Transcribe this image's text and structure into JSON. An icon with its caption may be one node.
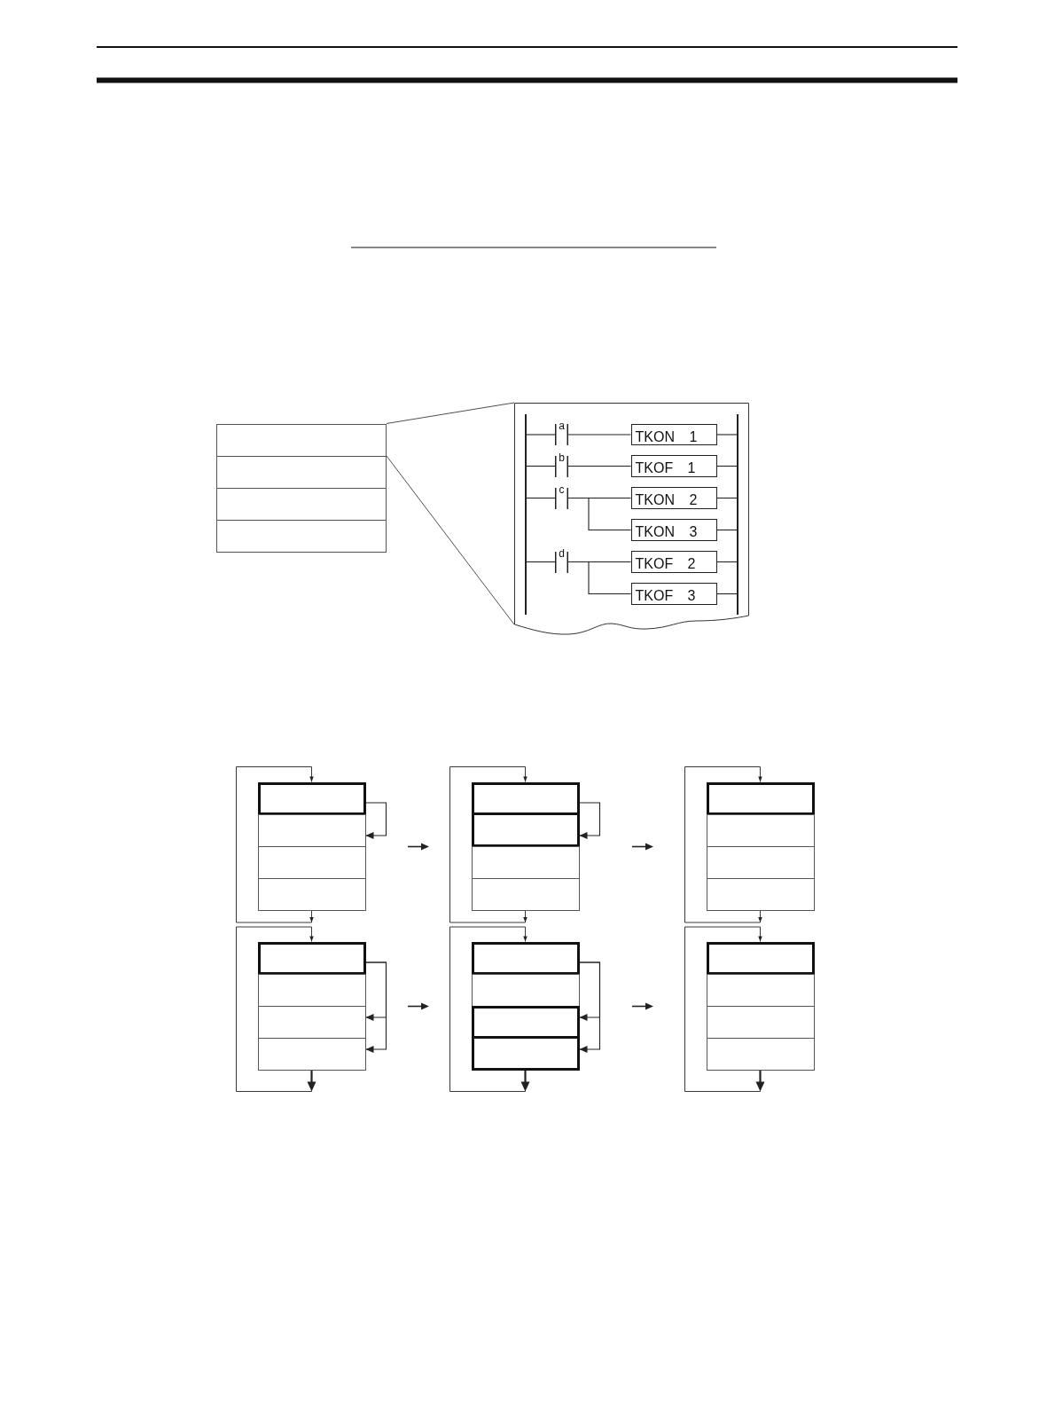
{
  "diagram": {
    "nodes": [
      {
        "text": [],
        "shape": "box"
      },
      {
        "text": [],
        "shape": "box"
      },
      {
        "text": [],
        "shape": "box"
      },
      {
        "text": [],
        "shape": "box"
      },
      {
        "text": [],
        "shape": "box"
      },
      {
        "text": [],
        "shape": "bar",
        "in": 4
      },
      {
        "text": [
          "a"
        ],
        "in": 4
      },
      {
        "text": [
          "TKON 1"
        ],
        "in": 4
      },
      {
        "text": [
          "b"
        ],
        "in": 4
      },
      {
        "text": [
          "TKOF 1"
        ],
        "in": 4
      },
      {
        "text": [
          "c"
        ],
        "in": 4
      },
      {
        "text": [
          "TKON 2"
        ],
        "in": 4
      },
      {
        "text": [
          "TKON 3"
        ],
        "in": 4
      },
      {
        "text": [
          "d"
        ],
        "in": 4
      },
      {
        "text": [
          "TKOF 2"
        ],
        "in": 4
      },
      {
        "text": [
          "TKOF 3"
        ],
        "in": 4
      },
      {
        "text": [],
        "shape": "bar",
        "in": 4
      },
      {
        "text": [],
        "shape": "box"
      },
      {
        "text": [],
        "shape": "box",
        "in": 17
      },
      {
        "text": [],
        "shape": "box",
        "in": 17
      },
      {
        "text": [],
        "shape": "box",
        "in": 17
      },
      {
        "text": [],
        "shape": "box",
        "in": 17
      },
      {
        "text": [],
        "shape": "box"
      },
      {
        "text": [],
        "shape": "box",
        "in": 22
      },
      {
        "text": [],
        "shape": "box",
        "in": 22
      },
      {
        "text": [],
        "shape": "box",
        "in": 22
      },
      {
        "text": [],
        "shape": "box",
        "in": 22
      },
      {
        "text": [],
        "shape": "box"
      },
      {
        "text": [],
        "shape": "box",
        "in": 27
      },
      {
        "text": [],
        "shape": "box",
        "in": 27
      },
      {
        "text": [],
        "shape": "box",
        "in": 27
      },
      {
        "text": [],
        "shape": "box",
        "in": 27
      },
      {
        "text": [],
        "shape": "box"
      },
      {
        "text": [],
        "shape": "box",
        "in": 32
      },
      {
        "text": [],
        "shape": "box",
        "in": 32
      },
      {
        "text": [],
        "shape": "box",
        "in": 32
      },
      {
        "text": [],
        "shape": "box",
        "in": 32
      },
      {
        "text": [],
        "shape": "box"
      },
      {
        "text": [],
        "shape": "box",
        "in": 37
      },
      {
        "text": [],
        "shape": "box",
        "in": 37
      },
      {
        "text": [],
        "shape": "box",
        "in": 37
      },
      {
        "text": [],
        "shape": "box",
        "in": 37
      },
      {
        "text": [],
        "shape": "box"
      },
      {
        "text": [],
        "shape": "box",
        "in": 42
      },
      {
        "text": [],
        "shape": "box",
        "in": 42
      },
      {
        "text": [],
        "shape": "box",
        "in": 42
      },
      {
        "text": [],
        "shape": "box",
        "in": 42
      }
    ],
    "edges": [
      {
        "from": 0,
        "to": 4,
        "arrow": "none"
      },
      {
        "from": 0,
        "to": 4,
        "arrow": "none"
      },
      {
        "from": 5,
        "to": 6,
        "arrow": "none"
      },
      {
        "from": 6,
        "to": 7,
        "arrow": "none"
      },
      {
        "from": 7,
        "to": 16,
        "arrow": "none"
      },
      {
        "from": 5,
        "to": 8,
        "arrow": "none"
      },
      {
        "from": 8,
        "to": 9,
        "arrow": "none"
      },
      {
        "from": 9,
        "to": 16,
        "arrow": "none"
      },
      {
        "from": 5,
        "to": 10,
        "arrow": "none"
      },
      {
        "from": 10,
        "to": 11,
        "arrow": "none"
      },
      {
        "from": 10,
        "to": 12,
        "arrow": "none"
      },
      {
        "from": 11,
        "to": 16,
        "arrow": "none"
      },
      {
        "from": 12,
        "to": 16,
        "arrow": "none"
      },
      {
        "from": 5,
        "to": 13,
        "arrow": "none"
      },
      {
        "from": 13,
        "to": 14,
        "arrow": "none"
      },
      {
        "from": 13,
        "to": 15,
        "arrow": "none"
      },
      {
        "from": 14,
        "to": 16,
        "arrow": "none"
      },
      {
        "from": 15,
        "to": 16,
        "arrow": "none"
      },
      {
        "from": 21,
        "to": 18,
        "arrow": "to"
      },
      {
        "from": 18,
        "to": 19,
        "arrow": "to"
      },
      {
        "from": 26,
        "to": 23,
        "arrow": "to"
      },
      {
        "from": 23,
        "to": 24,
        "arrow": "to"
      },
      {
        "from": 31,
        "to": 28,
        "arrow": "to"
      },
      {
        "from": 36,
        "to": 33,
        "arrow": "to"
      },
      {
        "from": 33,
        "to": 35,
        "arrow": "to"
      },
      {
        "from": 33,
        "to": 36,
        "arrow": "to"
      },
      {
        "from": 41,
        "to": 38,
        "arrow": "to"
      },
      {
        "from": 38,
        "to": 40,
        "arrow": "to"
      },
      {
        "from": 38,
        "to": 41,
        "arrow": "to"
      },
      {
        "from": 46,
        "to": 43,
        "arrow": "to"
      }
    ]
  }
}
